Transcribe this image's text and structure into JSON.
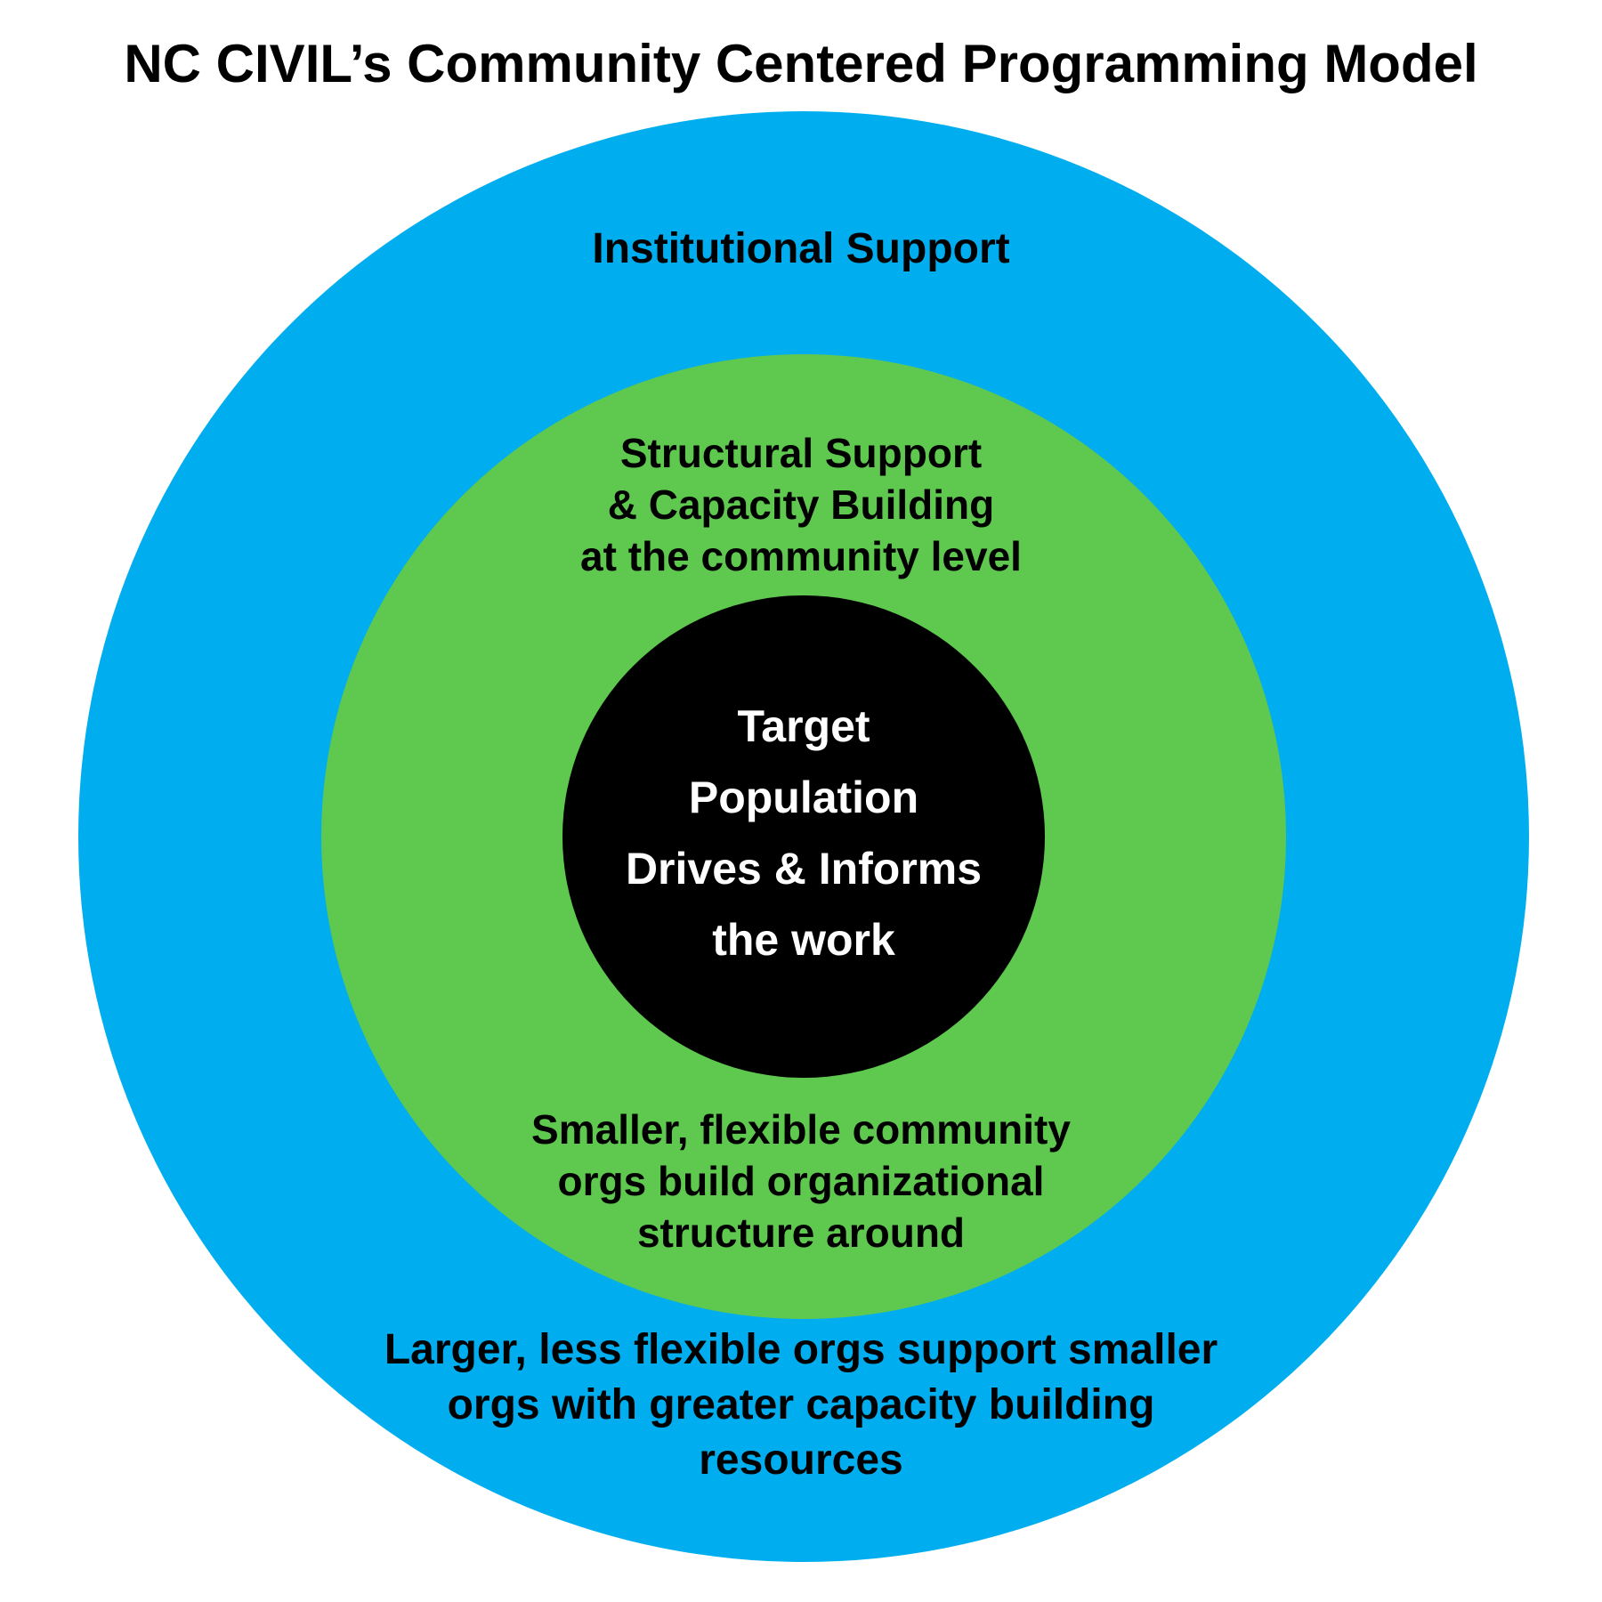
{
  "title": "NC CIVIL’s Community Centered Programming Model",
  "colors": {
    "outer_ring": "#00AEEF",
    "middle_ring": "#5FC84F",
    "inner_core": "#000000",
    "text_dark": "#000000",
    "text_light": "#FFFFFF"
  },
  "outer_ring": {
    "title": "Institutional Support",
    "description_lines": [
      "Larger, less flexible orgs support smaller",
      "orgs with greater capacity building",
      "resources"
    ]
  },
  "middle_ring": {
    "title_lines": [
      "Structural Support",
      "& Capacity Building",
      "at the community level"
    ],
    "description_lines": [
      "Smaller, flexible community",
      "orgs build organizational",
      "structure around"
    ]
  },
  "inner_core": {
    "lines": [
      "Target",
      "Population",
      "Drives & Informs",
      "the work"
    ]
  }
}
